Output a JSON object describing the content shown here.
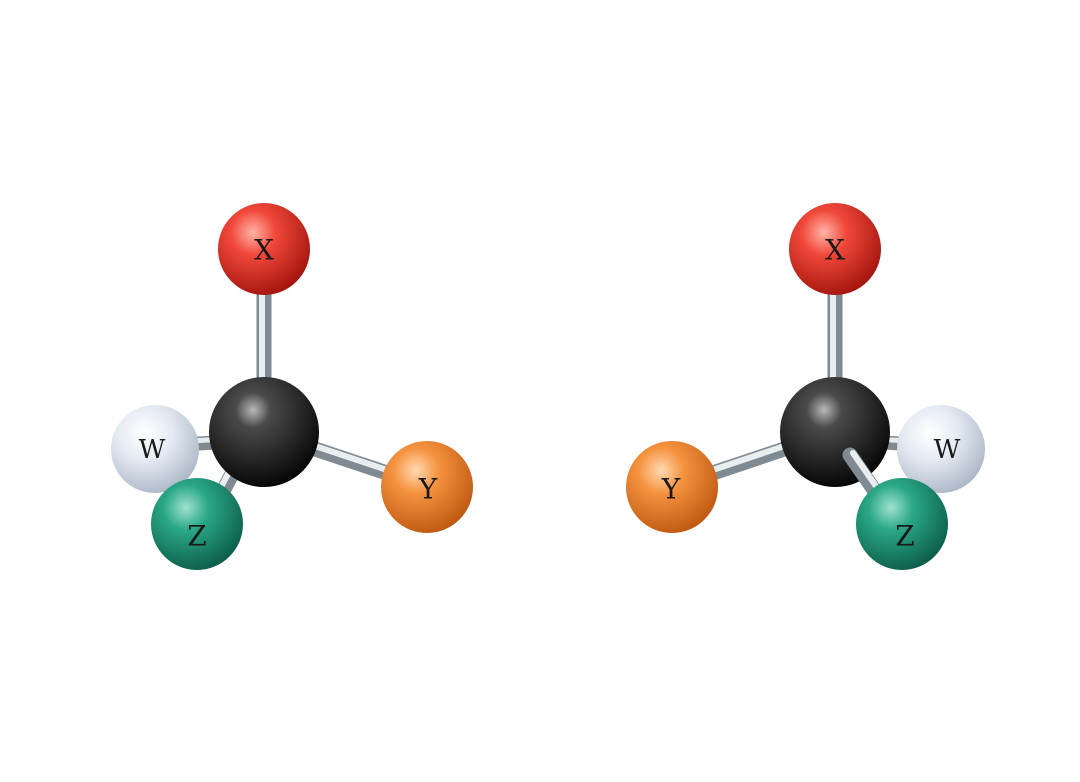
{
  "molecules": [
    {
      "atoms": {
        "x": {
          "label": "X",
          "color": "#e8322a"
        },
        "w": {
          "label": "W",
          "color": "#dfe6f0"
        },
        "z": {
          "label": "Z",
          "color": "#1f9a7c"
        },
        "y": {
          "label": "Y",
          "color": "#f28a33"
        },
        "center": {
          "label": "",
          "color": "#2a2a2a"
        }
      }
    },
    {
      "atoms": {
        "x": {
          "label": "X",
          "color": "#e8322a"
        },
        "w": {
          "label": "W",
          "color": "#dfe6f0"
        },
        "z": {
          "label": "Z",
          "color": "#1f9a7c"
        },
        "y": {
          "label": "Y",
          "color": "#f28a33"
        },
        "center": {
          "label": "",
          "color": "#2a2a2a"
        }
      }
    }
  ]
}
